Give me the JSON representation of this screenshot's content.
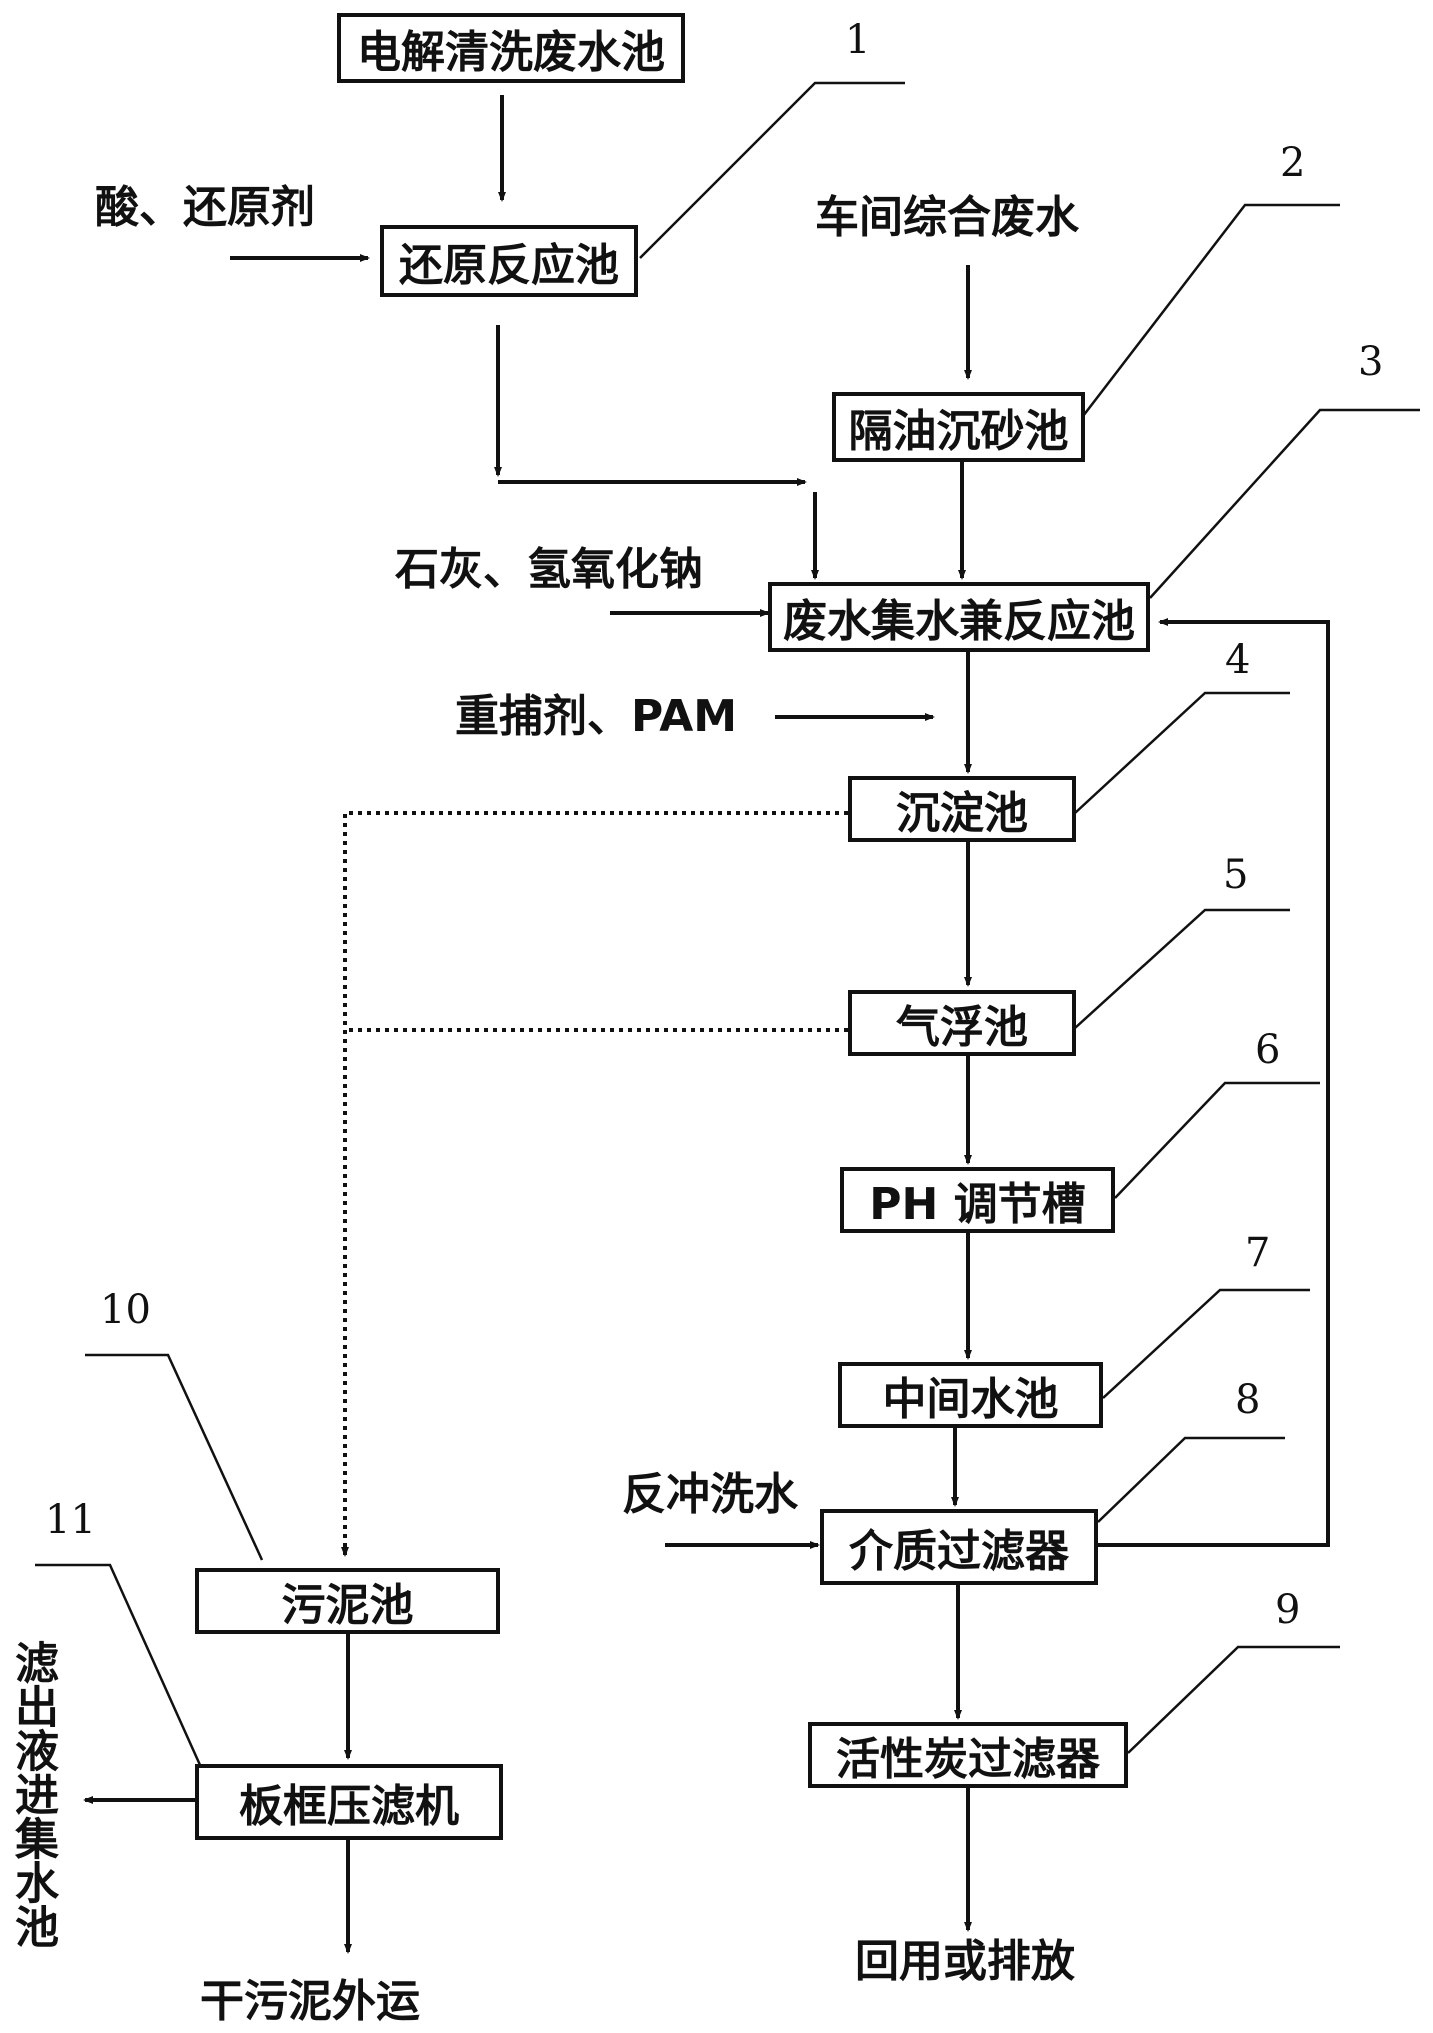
{
  "boxes": {
    "b1": "电解清洗废水池",
    "b2": "还原反应池",
    "b3": "隔油沉砂池",
    "b4": "废水集水兼反应池",
    "b5": "沉淀池",
    "b6": "气浮池",
    "b7": "PH 调节槽",
    "b8": "中间水池",
    "b9": "介质过滤器",
    "b10": "活性炭过滤器",
    "b11": "污泥池",
    "b12": "板框压滤机"
  },
  "inputs": {
    "acid_reducer": "酸、还原剂",
    "workshop_wastewater": "车间综合废水",
    "lime_naoh": "石灰、氢氧化钠",
    "heavy_metal_pam": "重捕剂、PAM",
    "backwash_water": "反冲洗水"
  },
  "outputs": {
    "reuse_or_discharge": "回用或排放",
    "dry_sludge": "干污泥外运",
    "filtrate_return": "滤出液进集水池"
  },
  "callouts": {
    "n1": "1",
    "n2": "2",
    "n3": "3",
    "n4": "4",
    "n5": "5",
    "n6": "6",
    "n7": "7",
    "n8": "8",
    "n9": "9",
    "n10": "10",
    "n11": "11"
  },
  "colors": {
    "line": "#111111",
    "background": "#ffffff"
  }
}
